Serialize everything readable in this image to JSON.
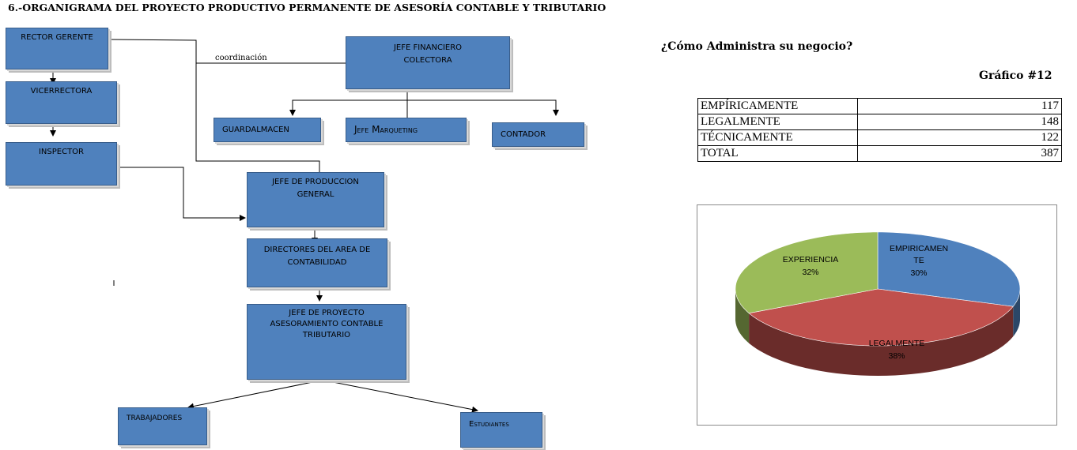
{
  "title": "6.-ORGANIGRAMA DEL  PROYECTO PRODUCTIVO PERMANENTE DE ASESORÍA CONTABLE Y TRIBUTARIO",
  "org": {
    "rector": "RECTOR GERENTE",
    "vicerrectora": "VICERRECTORA",
    "inspector": "INSPECTOR",
    "jefe_financiero": "JEFE FINANCIERO\nCOLECTORA",
    "coordinacion": "coordinación",
    "guardalmacen": "GUARDALMACEN",
    "jefe_marqueting": "Jefe Marqueting",
    "contador": "CONTADOR",
    "jefe_produccion": "JEFE DE PRODUCCION\nGENERAL",
    "directores": "DIRECTORES DEL  AREA DE\nCONTABILIDAD",
    "jefe_proyecto": "JEFE DE PROYECTO\nASESORAMIENTO CONTABLE\nTRIBUTARIO",
    "trabajadores": "TRABAJADORES",
    "estudiantes": "Estudiantes"
  },
  "question": "¿Cómo Administra su negocio?",
  "grafico_label": "Gráfico #12",
  "table": {
    "rows": [
      {
        "label": "EMPÍRICAMENTE",
        "value": "117"
      },
      {
        "label": "LEGALMENTE",
        "value": "148"
      },
      {
        "label": "TÉCNICAMENTE",
        "value": "122"
      },
      {
        "label": "TOTAL",
        "value": "387"
      }
    ]
  },
  "chart_data": {
    "type": "pie",
    "title": "",
    "slices": [
      {
        "label": "EMPIRICAMEN\nTE",
        "percent_label": "30%",
        "value": 30,
        "color": "#4f81bd"
      },
      {
        "label": "LEGALMENTE",
        "percent_label": "38%",
        "value": 38,
        "color": "#c0504d"
      },
      {
        "label": "EXPERIENCIA",
        "percent_label": "32%",
        "value": 32,
        "color": "#9bbb59"
      }
    ]
  },
  "colors": {
    "box_fill": "#4f81bd",
    "box_border": "#385d8a"
  }
}
